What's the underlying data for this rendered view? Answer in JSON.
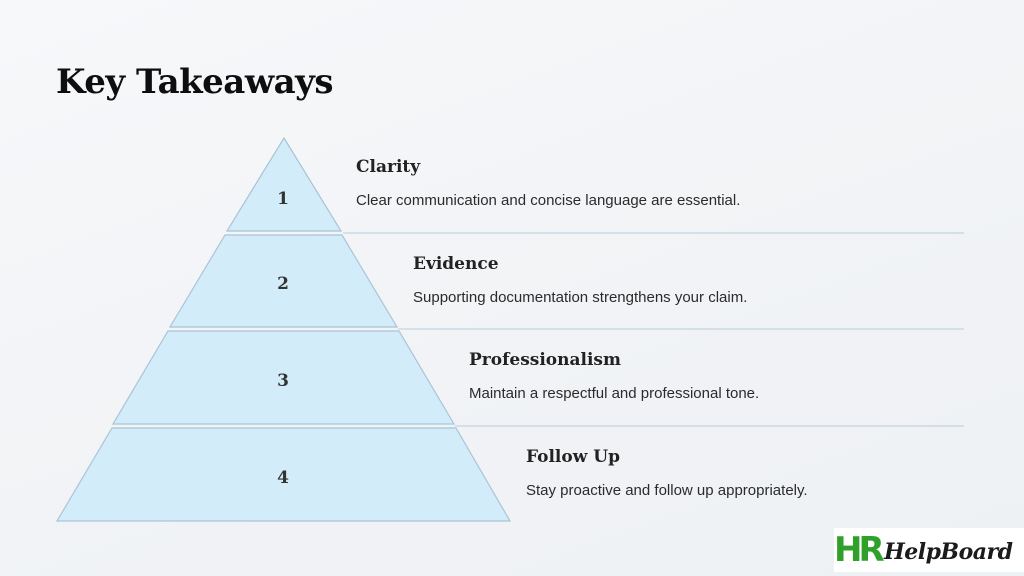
{
  "slide": {
    "title": "Key Takeaways"
  },
  "tiers": [
    {
      "number": "1",
      "title": "Clarity",
      "description": "Clear communication and concise language are essential."
    },
    {
      "number": "2",
      "title": "Evidence",
      "description": "Supporting documentation strengthens your claim."
    },
    {
      "number": "3",
      "title": "Professionalism",
      "description": "Maintain a respectful and professional tone."
    },
    {
      "number": "4",
      "title": "Follow Up",
      "description": "Stay proactive and follow up appropriately."
    }
  ],
  "logo": {
    "mark": "HR",
    "text": "HelpBoard"
  },
  "colors": {
    "tier_fill": "#d2ecfa",
    "tier_stroke": "#a9c4d6",
    "logo_green": "#2fa12a"
  }
}
